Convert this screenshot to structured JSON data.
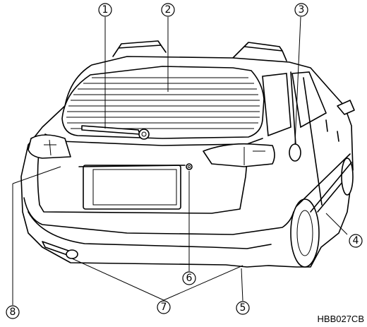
{
  "figure_code": "HBB027CB",
  "callouts": [
    {
      "id": "1",
      "label": "①"
    },
    {
      "id": "2",
      "label": "②"
    },
    {
      "id": "3",
      "label": "③"
    },
    {
      "id": "4",
      "label": "④"
    },
    {
      "id": "5",
      "label": "⑤"
    },
    {
      "id": "6",
      "label": "⑥"
    },
    {
      "id": "7",
      "label": "⑦"
    },
    {
      "id": "8",
      "label": "⑧"
    }
  ]
}
